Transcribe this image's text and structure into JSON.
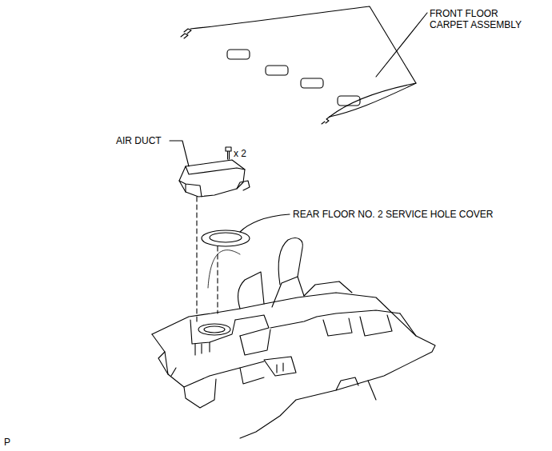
{
  "diagram": {
    "labels": [
      "FRONT FLOOR CARPET ASSEMBLY",
      "AIR DUCT",
      "x 2",
      "REAR FLOOR NO. 2 SERVICE HOLE COVER",
      "P"
    ]
  }
}
